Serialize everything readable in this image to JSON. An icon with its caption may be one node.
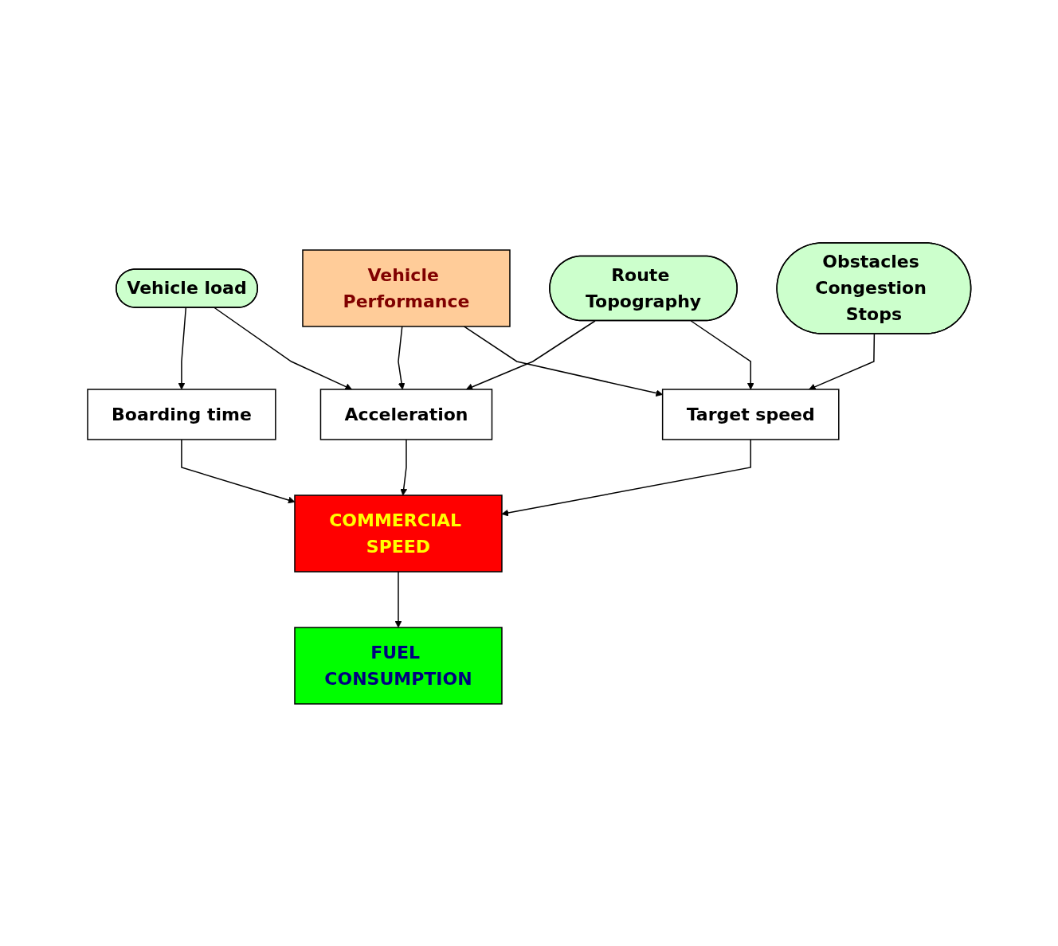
{
  "diagram": {
    "nodes": [
      {
        "text": [
          "Vehicle Performance"
        ]
      },
      {
        "text": [
          "Vehicle load"
        ]
      },
      {
        "text": [
          "Route Topography"
        ]
      },
      {
        "text": [
          "Obstacles Congestion Stops"
        ]
      },
      {
        "text": [
          "Boarding time"
        ]
      },
      {
        "text": [
          "Acceleration"
        ]
      },
      {
        "text": [
          "Target speed"
        ]
      },
      {
        "text": [
          "COMMERCIAL SPEED"
        ]
      },
      {
        "text": [
          "FUEL CONSUMPTION"
        ]
      }
    ],
    "edges": [
      {
        "from": 0,
        "to": 5,
        "arrow": "to"
      },
      {
        "from": 0,
        "to": 6,
        "arrow": "to"
      },
      {
        "from": 1,
        "to": 4,
        "arrow": "to"
      },
      {
        "from": 1,
        "to": 5,
        "arrow": "to"
      },
      {
        "from": 2,
        "to": 5,
        "arrow": "to"
      },
      {
        "from": 2,
        "to": 6,
        "arrow": "to"
      },
      {
        "from": 3,
        "to": 6,
        "arrow": "to"
      },
      {
        "from": 4,
        "to": 7,
        "arrow": "to"
      },
      {
        "from": 5,
        "to": 7,
        "arrow": "to"
      },
      {
        "from": 6,
        "to": 7,
        "arrow": "to"
      },
      {
        "from": 7,
        "to": 8,
        "arrow": "to"
      }
    ]
  }
}
